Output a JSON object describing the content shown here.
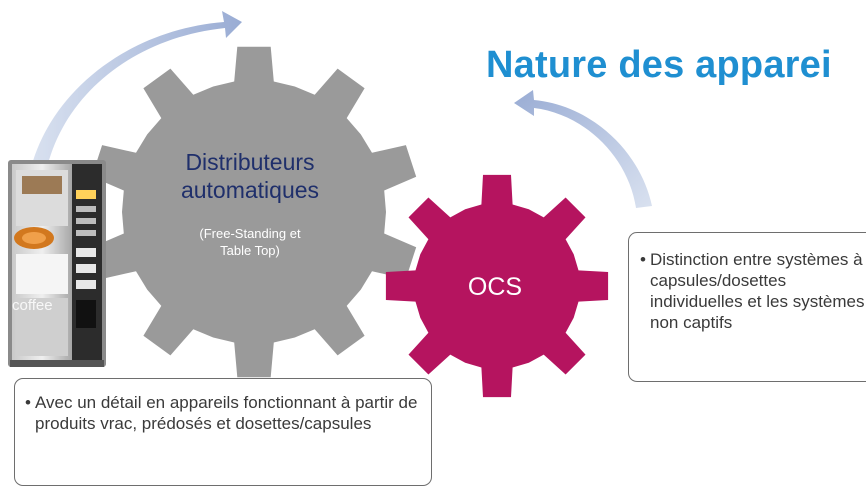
{
  "title": "Nature des apparei",
  "gear_large": {
    "label_line1": "Distributeurs",
    "label_line2": "automatiques",
    "sub_line1": "(Free-Standing et",
    "sub_line2": "Table Top)",
    "color": "#9a9a9a"
  },
  "gear_small": {
    "label": "OCS",
    "color": "#b5145f"
  },
  "arrow_color": "#9fb2d6",
  "box_right": {
    "bullet": "•",
    "text": "Distinction entre systèmes à capsules/dosettes individuelles et les systèmes non captifs"
  },
  "box_bottom": {
    "bullet": "•",
    "text": "Avec un détail en appareils fonctionnant à partir de produits vrac, prédosés et dosettes/capsules"
  },
  "machine": {
    "icon": "vending-machine-icon",
    "label": "coffee"
  }
}
